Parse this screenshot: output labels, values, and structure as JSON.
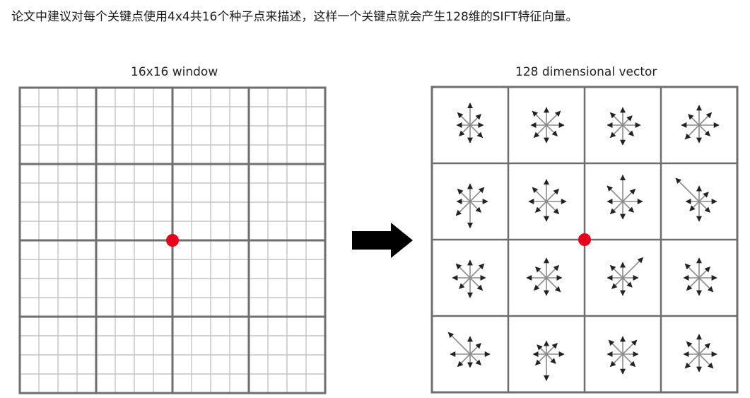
{
  "caption": "论文中建议对每个关键点使用4x4共16个种子点来描述，这样一个关键点就会产生128维的SIFT特征向量。",
  "left_figure": {
    "title": "16x16 window",
    "cells": 16,
    "blocks": 4
  },
  "right_figure": {
    "title": "128 dimensional vector",
    "blocks": 4,
    "orientations_per_block": 8
  },
  "colors": {
    "keypoint": "#e8001a",
    "grid_major": "#6e6e6e",
    "grid_minor": "#c4c4c4",
    "arrow": "#111111",
    "vector": "#8a8a8a"
  },
  "histograms": [
    [
      [
        0.5,
        0.35,
        0.3,
        0.4,
        0.4,
        0.35,
        0.3,
        0.4
      ],
      [
        0.4,
        0.45,
        0.4,
        0.35,
        0.4,
        0.4,
        0.35,
        0.45
      ],
      [
        0.4,
        0.3,
        0.4,
        0.35,
        0.45,
        0.4,
        0.35,
        0.4
      ],
      [
        0.45,
        0.4,
        0.45,
        0.35,
        0.4,
        0.45,
        0.4,
        0.35
      ]
    ],
    [
      [
        0.4,
        0.45,
        0.4,
        0.35,
        0.6,
        0.45,
        0.3,
        0.4
      ],
      [
        0.5,
        0.4,
        0.45,
        0.4,
        0.45,
        0.35,
        0.4,
        0.45
      ],
      [
        0.6,
        0.4,
        0.45,
        0.35,
        0.4,
        0.4,
        0.35,
        0.5
      ],
      [
        0.35,
        0.3,
        0.4,
        0.35,
        0.45,
        0.3,
        0.3,
        0.75
      ]
    ],
    [
      [
        0.4,
        0.45,
        0.35,
        0.4,
        0.45,
        0.35,
        0.4,
        0.45
      ],
      [
        0.45,
        0.4,
        0.35,
        0.45,
        0.4,
        0.4,
        0.45,
        0.35
      ],
      [
        0.35,
        0.65,
        0.35,
        0.3,
        0.4,
        0.35,
        0.35,
        0.4
      ],
      [
        0.45,
        0.35,
        0.4,
        0.45,
        0.4,
        0.4,
        0.35,
        0.45
      ]
    ],
    [
      [
        0.4,
        0.35,
        0.45,
        0.35,
        0.3,
        0.4,
        0.45,
        0.7
      ],
      [
        0.3,
        0.35,
        0.4,
        0.3,
        0.6,
        0.35,
        0.3,
        0.3
      ],
      [
        0.4,
        0.45,
        0.35,
        0.4,
        0.45,
        0.4,
        0.35,
        0.45
      ],
      [
        0.45,
        0.35,
        0.4,
        0.45,
        0.4,
        0.45,
        0.35,
        0.4
      ]
    ]
  ]
}
